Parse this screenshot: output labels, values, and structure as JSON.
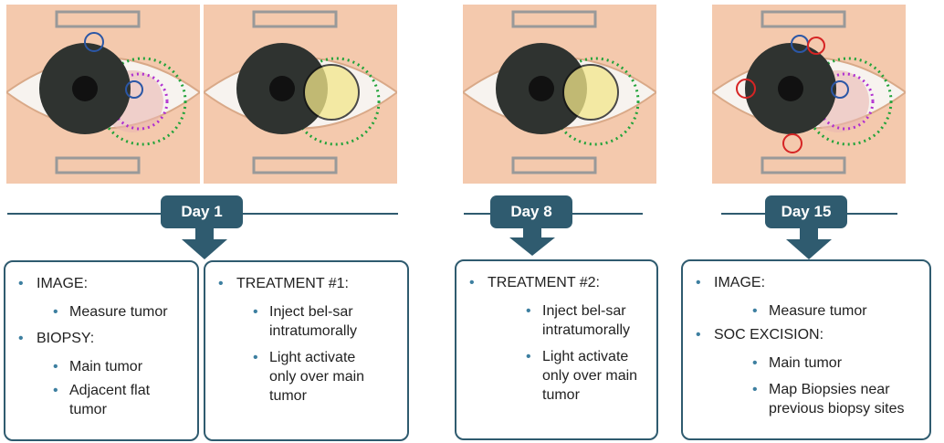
{
  "timeline": {
    "days": [
      "Day 1",
      "Day 8",
      "Day 15"
    ]
  },
  "boxes": [
    {
      "items": [
        {
          "heading": "IMAGE:",
          "sub": [
            "Measure tumor"
          ]
        },
        {
          "heading": "BIOPSY:",
          "sub": [
            "Main tumor",
            "Adjacent flat tumor"
          ]
        }
      ]
    },
    {
      "items": [
        {
          "heading": "TREATMENT #1:",
          "sub": [
            "Inject bel-sar intratumorally",
            "Light activate only over main tumor"
          ]
        }
      ]
    },
    {
      "items": [
        {
          "heading": "TREATMENT #2:",
          "sub": [
            "Inject bel-sar intratumorally",
            "Light activate only over main tumor"
          ]
        }
      ]
    },
    {
      "items": [
        {
          "heading": "IMAGE:",
          "sub": [
            "Measure tumor"
          ]
        },
        {
          "heading": "SOC EXCISION:",
          "sub": [
            "Main tumor",
            "Map Biopsies near previous biopsy sites"
          ]
        }
      ]
    }
  ],
  "colors": {
    "accent": "#2f5b6f",
    "bullet": "#3d7fa0",
    "biopsy_marker_blue": "#2b57a6",
    "biopsy_marker_red": "#d62424",
    "margin_green": "#22a33a",
    "margin_magenta": "#b02fd0",
    "light_yellow": "#f2e68a"
  }
}
